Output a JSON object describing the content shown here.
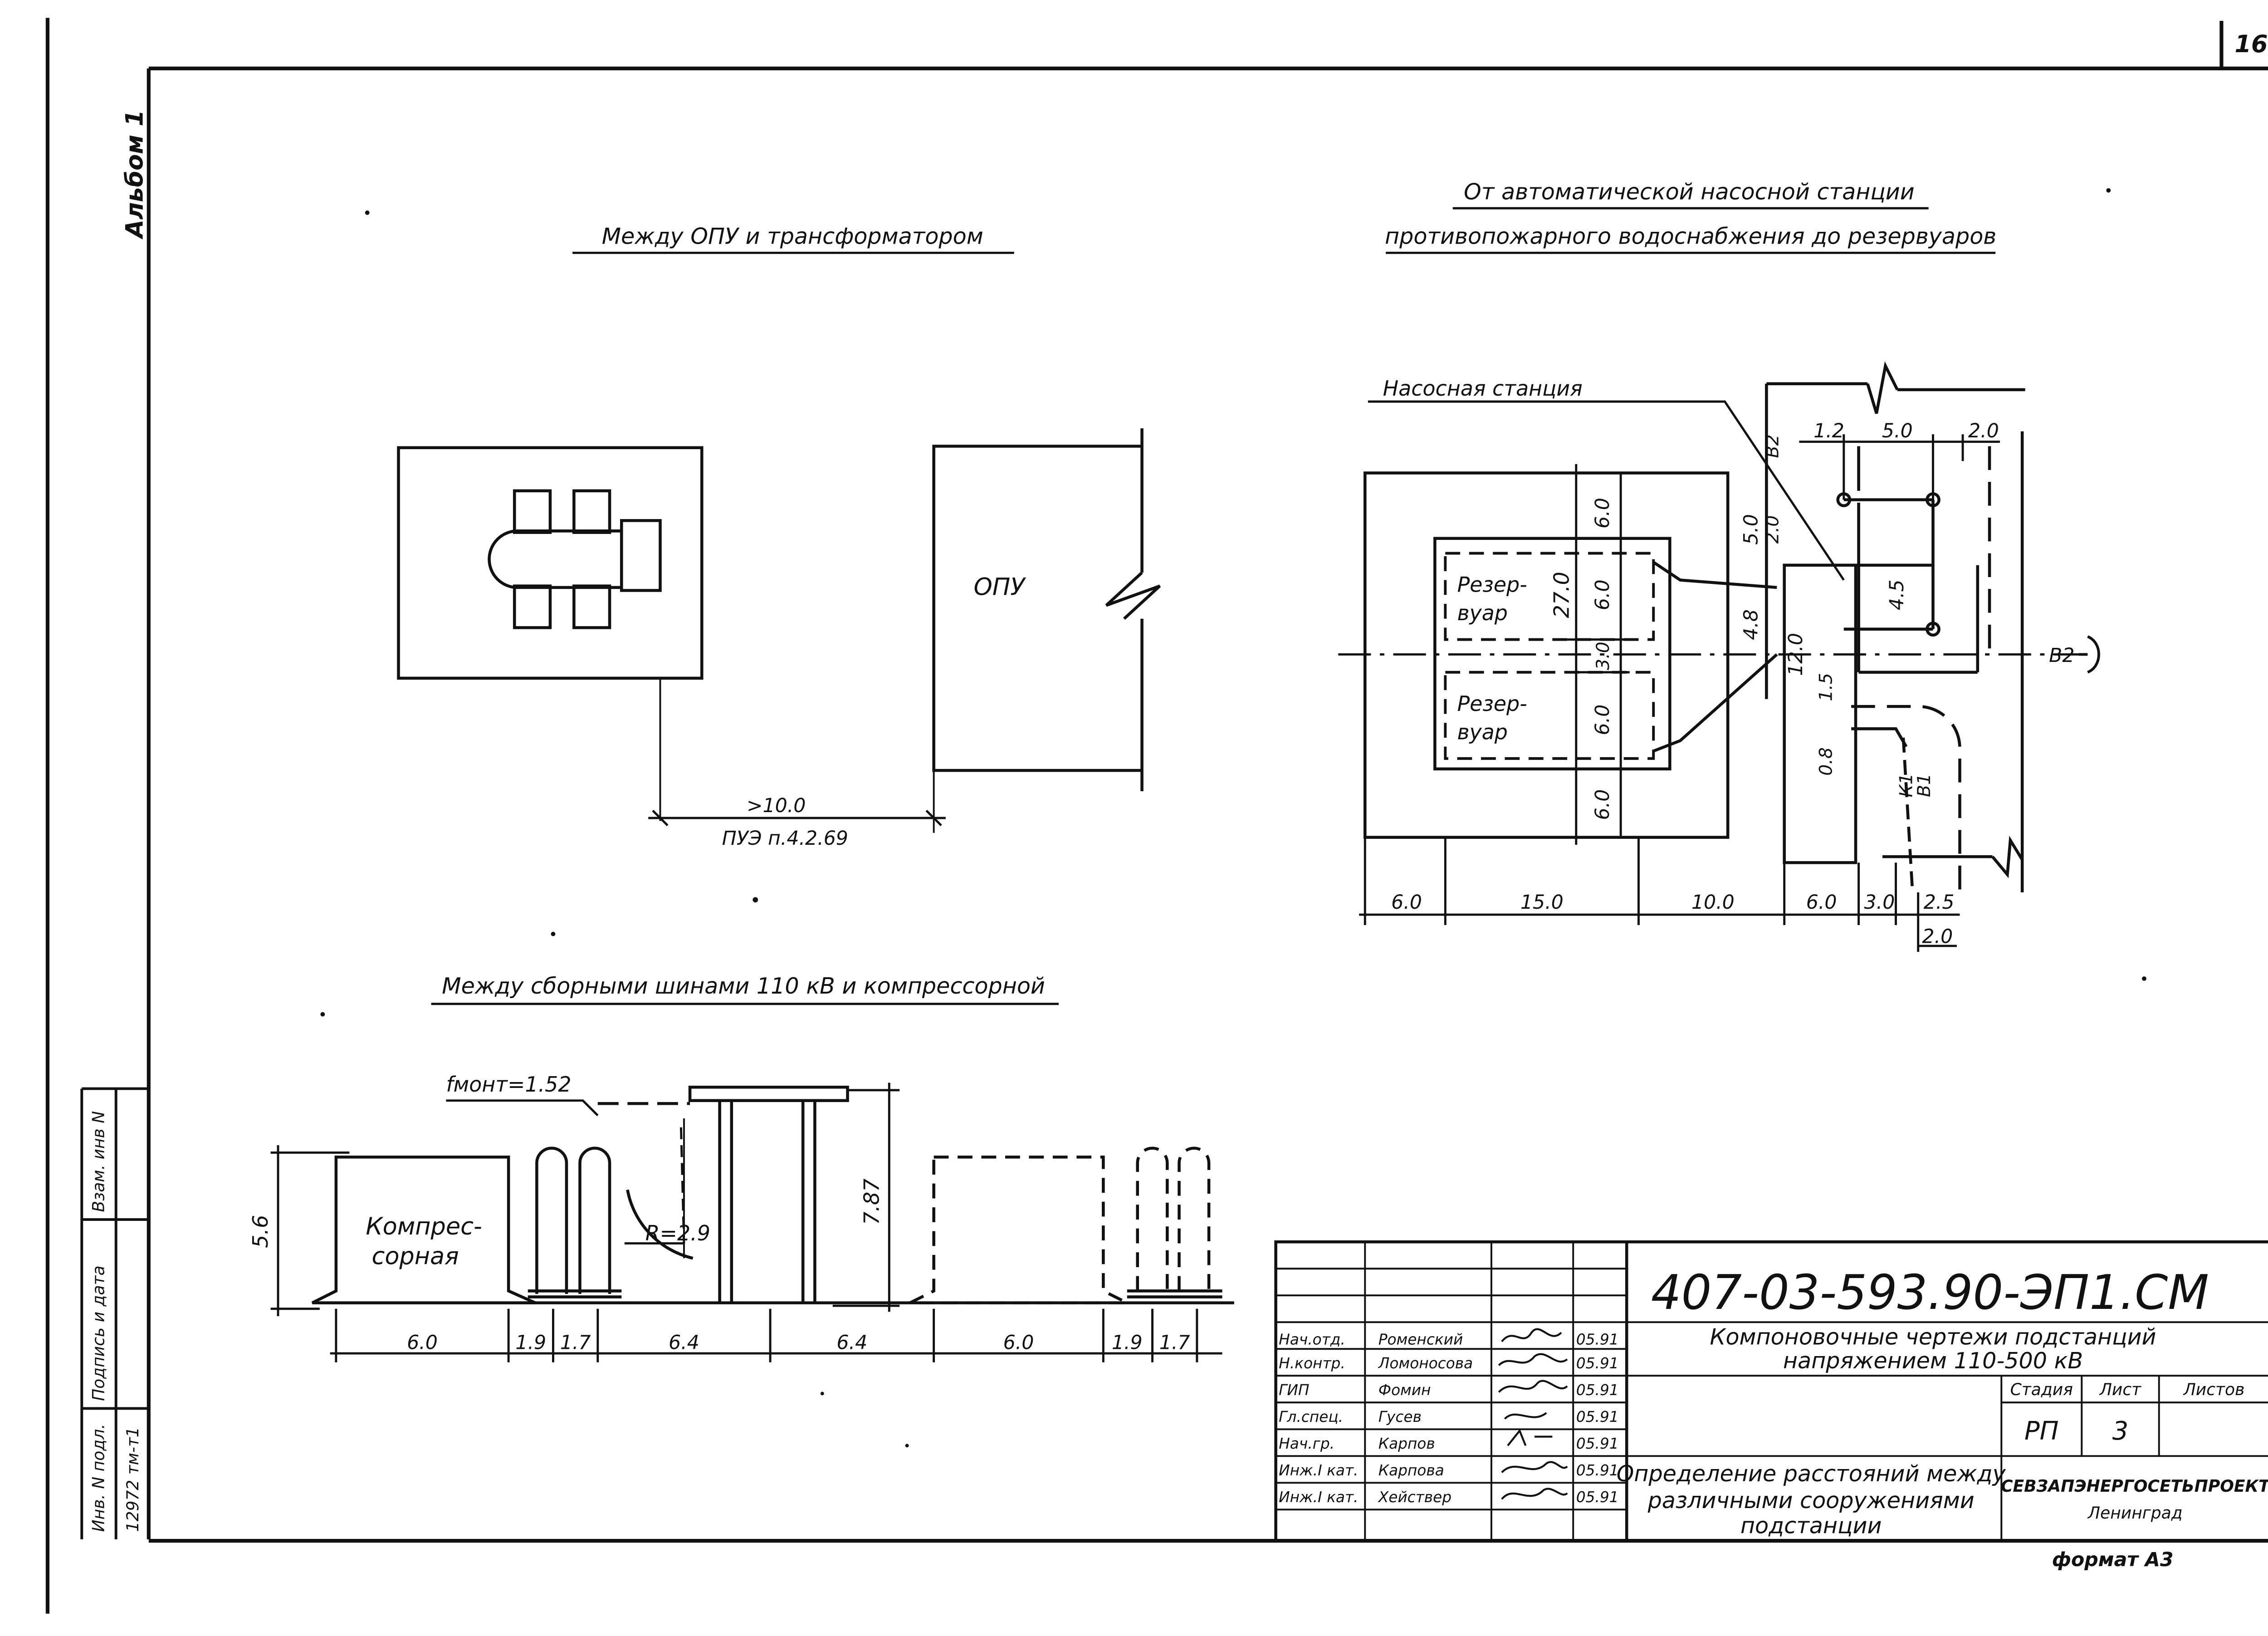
{
  "sheet": {
    "page_number": "16",
    "album_label": "Альбом 1",
    "format": "формат А3"
  },
  "side_stamp": {
    "vzam_inv": "Взам. инв N",
    "podpis_data": "Подпись и дата",
    "inv_podl": "Инв. N подл.",
    "inv_value": "12972 тм-т1"
  },
  "section_opu": {
    "title": "Между ОПУ и трансформатором",
    "opu_label": "ОПУ",
    "dim_value": ">10.0",
    "dim_ref": "ПУЭ п.4.2.69"
  },
  "section_pump": {
    "title_line1": "От автоматической насосной станции",
    "title_line2": "противопожарного водоснабжения до резервуаров",
    "station_label": "Насосная станция",
    "reservoir_label_1": "Резер-",
    "reservoir_label_2": "вуар",
    "dims_vertical": [
      "6.0",
      "6.0",
      "3.0",
      "6.0",
      "6.0",
      "27.0",
      "4.8",
      "5.0",
      "2.0",
      "12.0",
      "1.5",
      "0.8",
      "4.5"
    ],
    "dims_top": [
      "1.2",
      "5.0",
      "2.0"
    ],
    "dims_bottom": [
      "6.0",
      "15.0",
      "10.0",
      "6.0",
      "3.0",
      "2.5",
      "2.0"
    ],
    "pipe_labels": [
      "В2",
      "В2",
      "К1",
      "В1"
    ]
  },
  "section_bus": {
    "title": "Между сборными шинами 110 кВ и компрессорной",
    "sag_label": "fмонт=1.52",
    "compressor_label_1": "Компрес-",
    "compressor_label_2": "сорная",
    "radius_label": "R=2.9",
    "height_left": "5.6",
    "height_right": "7.87",
    "dims_bottom": [
      "6.0",
      "1.9",
      "1.7",
      "6.4",
      "6.4",
      "6.0",
      "1.9",
      "1.7"
    ]
  },
  "title_block": {
    "designation": "407-03-593.90-ЭП1.СМ",
    "project_title_1": "Компоновочные чертежи подстанций",
    "project_title_2": "напряжением 110-500 кВ",
    "drawing_title_1": "Определение расстояний между",
    "drawing_title_2": "различными сооружениями",
    "drawing_title_3": "подстанции",
    "stage_header": "Стадия",
    "sheet_header": "Лист",
    "sheets_header": "Листов",
    "stage_value": "РП",
    "sheet_value": "3",
    "organization": "СЕВЗАПЭНЕРГОСЕТЬПРОЕКТ",
    "city": "Ленинград",
    "staff": [
      {
        "role": "Нач.отд.",
        "name": "Роменский",
        "date": "05.91"
      },
      {
        "role": "Н.контр.",
        "name": "Ломоносова",
        "date": "05.91"
      },
      {
        "role": "ГИП",
        "name": "Фомин",
        "date": "05.91"
      },
      {
        "role": "Гл.спец.",
        "name": "Гусев",
        "date": "05.91"
      },
      {
        "role": "Нач.гр.",
        "name": "Карпов",
        "date": "05.91"
      },
      {
        "role": "Инж.I кат.",
        "name": "Карпова",
        "date": "05.91"
      },
      {
        "role": "Инж.I кат.",
        "name": "Хействер",
        "date": "05.91"
      }
    ]
  }
}
